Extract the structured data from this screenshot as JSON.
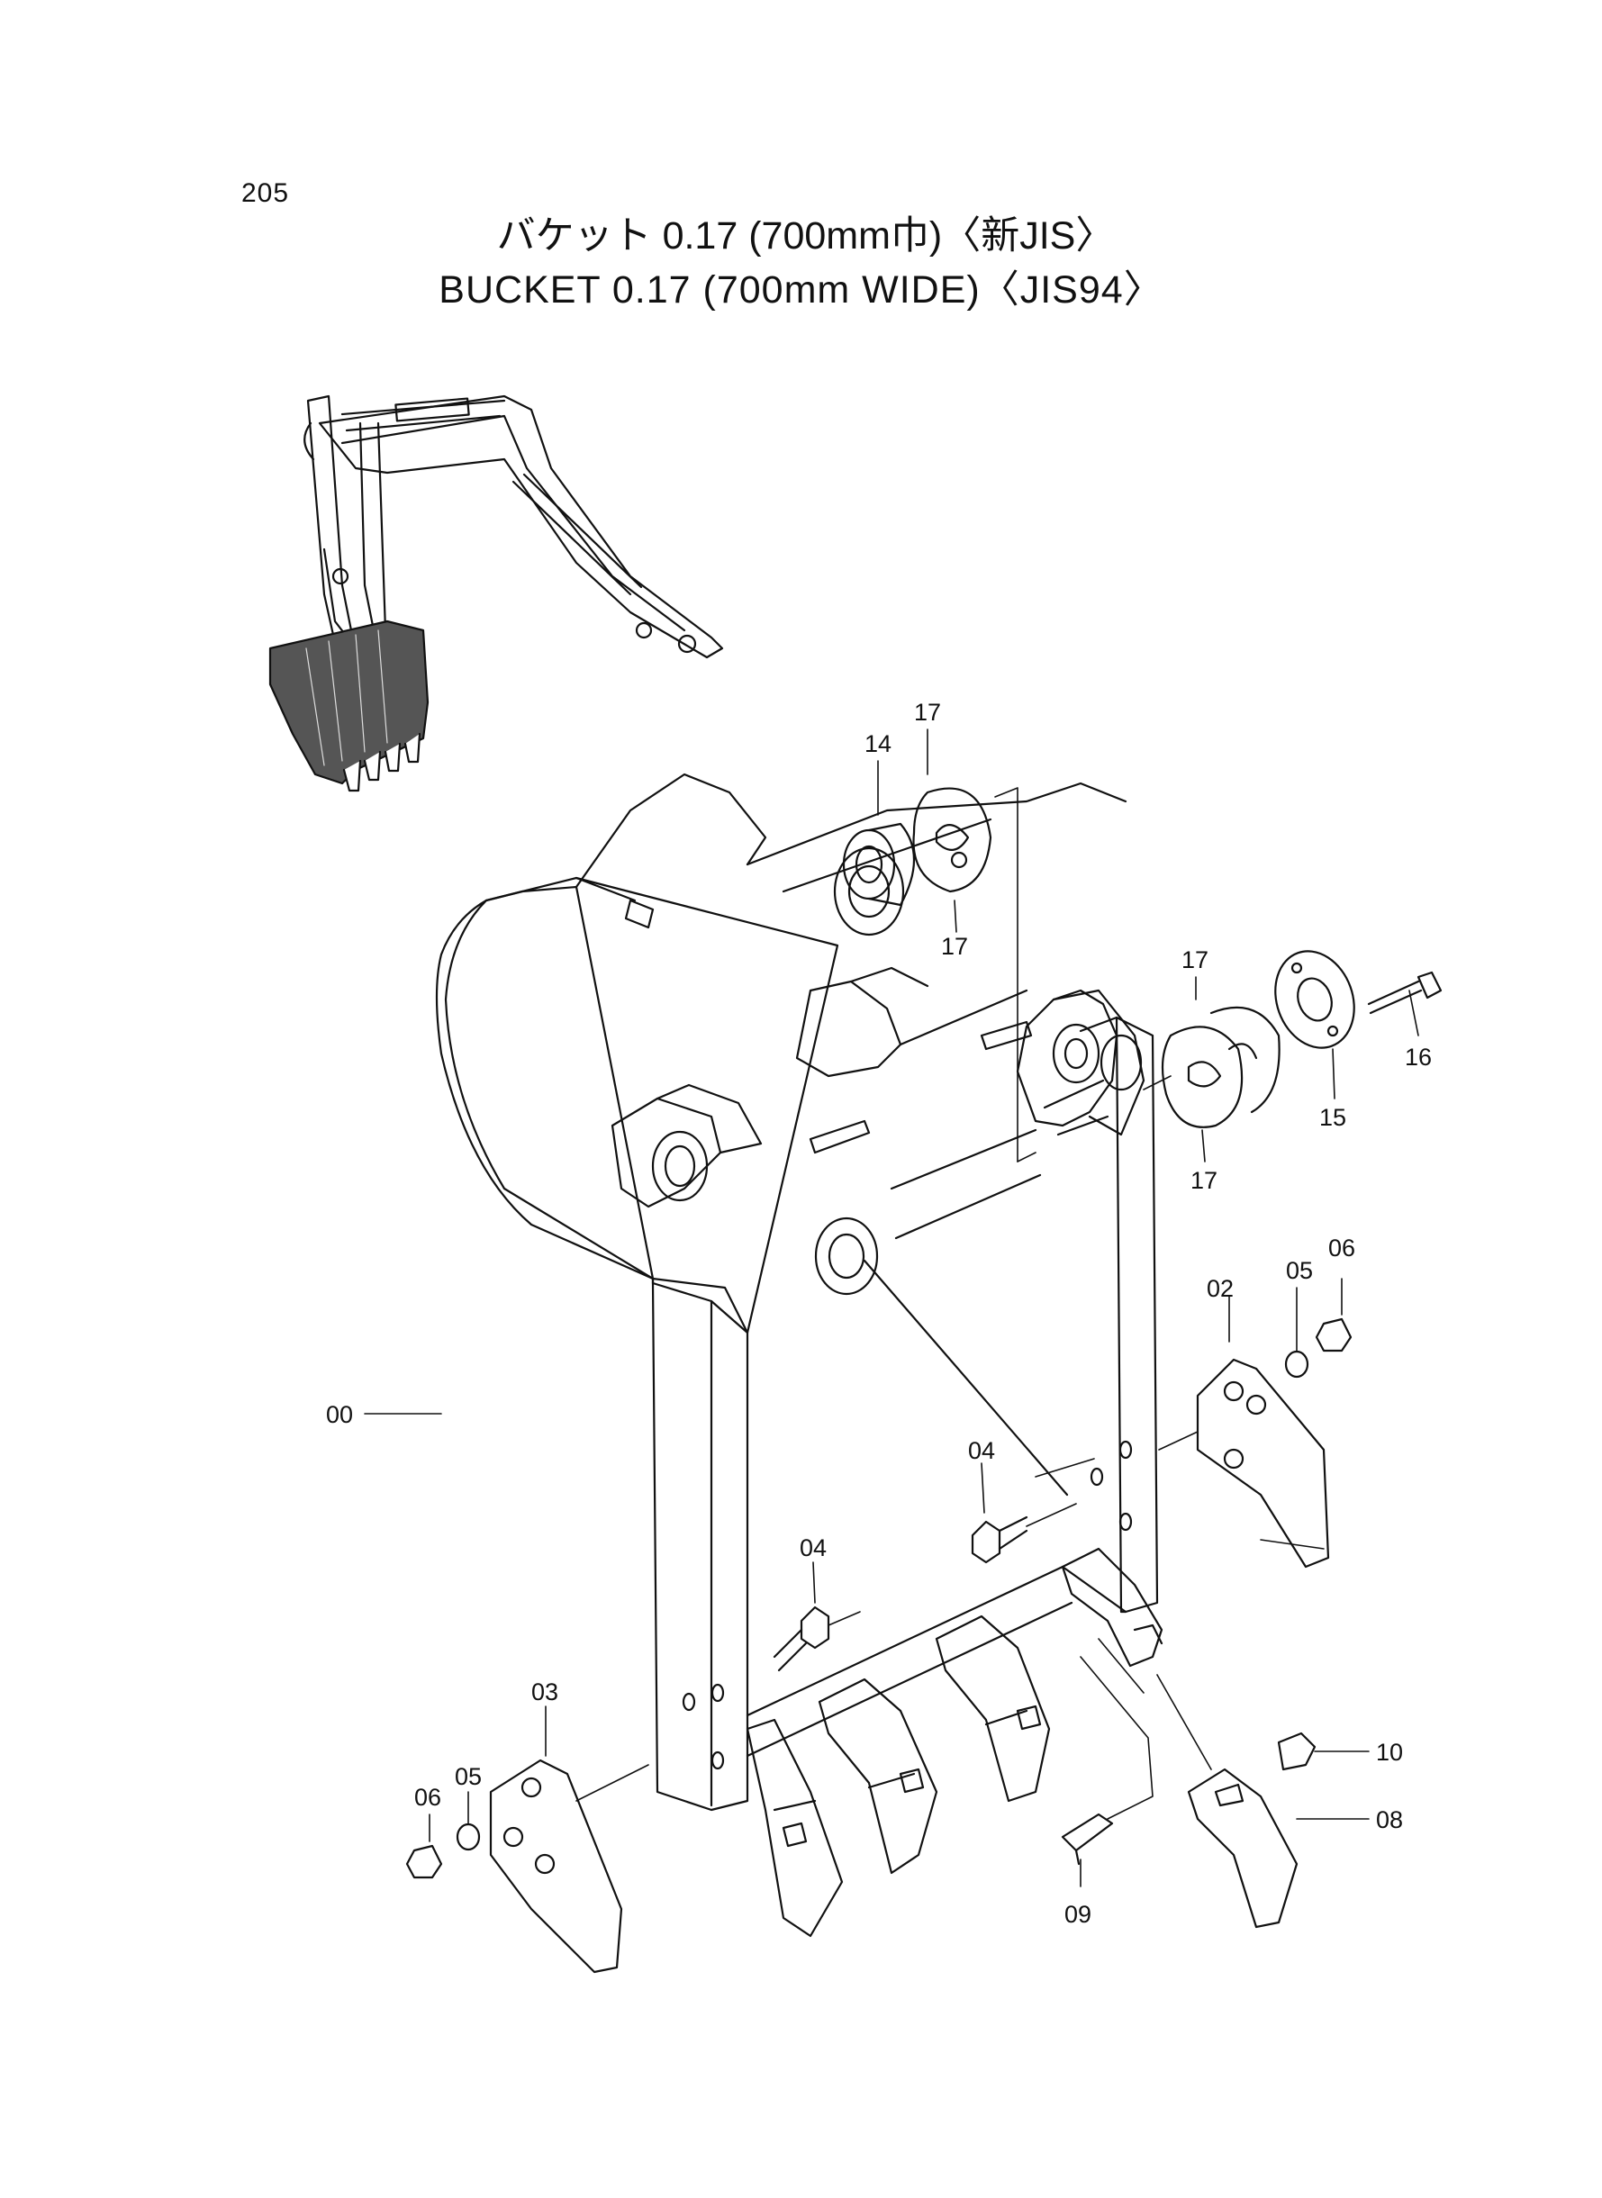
{
  "page_number": "205",
  "title": {
    "japanese": "バケット 0.17 (700mm巾)〈新JIS〉",
    "english": "BUCKET 0.17 (700mm WIDE)〈JIS94〉"
  },
  "callouts": {
    "c00": "00",
    "c02": "02",
    "c03": "03",
    "c04a": "04",
    "c04b": "04",
    "c05a": "05",
    "c05b": "05",
    "c06a": "06",
    "c06b": "06",
    "c08": "08",
    "c09": "09",
    "c10": "10",
    "c14": "14",
    "c15": "15",
    "c16": "16",
    "c17a": "17",
    "c17b": "17",
    "c17c": "17",
    "c17d": "17"
  },
  "colors": {
    "ink": "#111111",
    "paper": "#ffffff",
    "bucket_shade": "#555555"
  }
}
